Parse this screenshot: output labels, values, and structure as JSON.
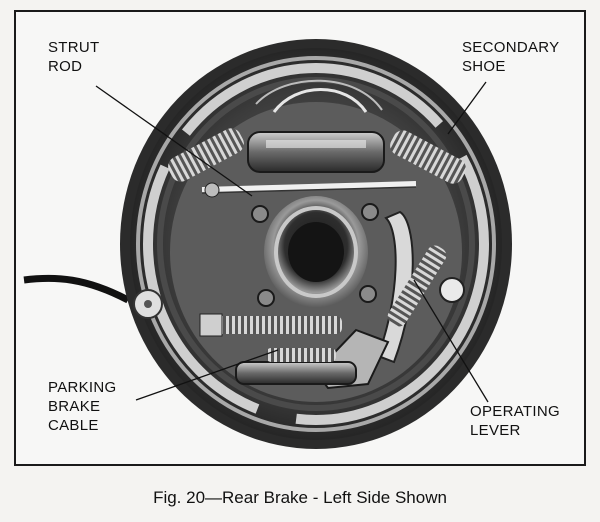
{
  "figure": {
    "caption": "Fig. 20—Rear Brake - Left Side Shown",
    "callouts": {
      "strut_rod": [
        "STRUT",
        "ROD"
      ],
      "secondary_shoe": [
        "SECONDARY",
        "SHOE"
      ],
      "parking_brake_cable": [
        "PARKING",
        "BRAKE",
        "CABLE"
      ],
      "operating_lever": [
        "OPERATING",
        "LEVER"
      ]
    }
  }
}
